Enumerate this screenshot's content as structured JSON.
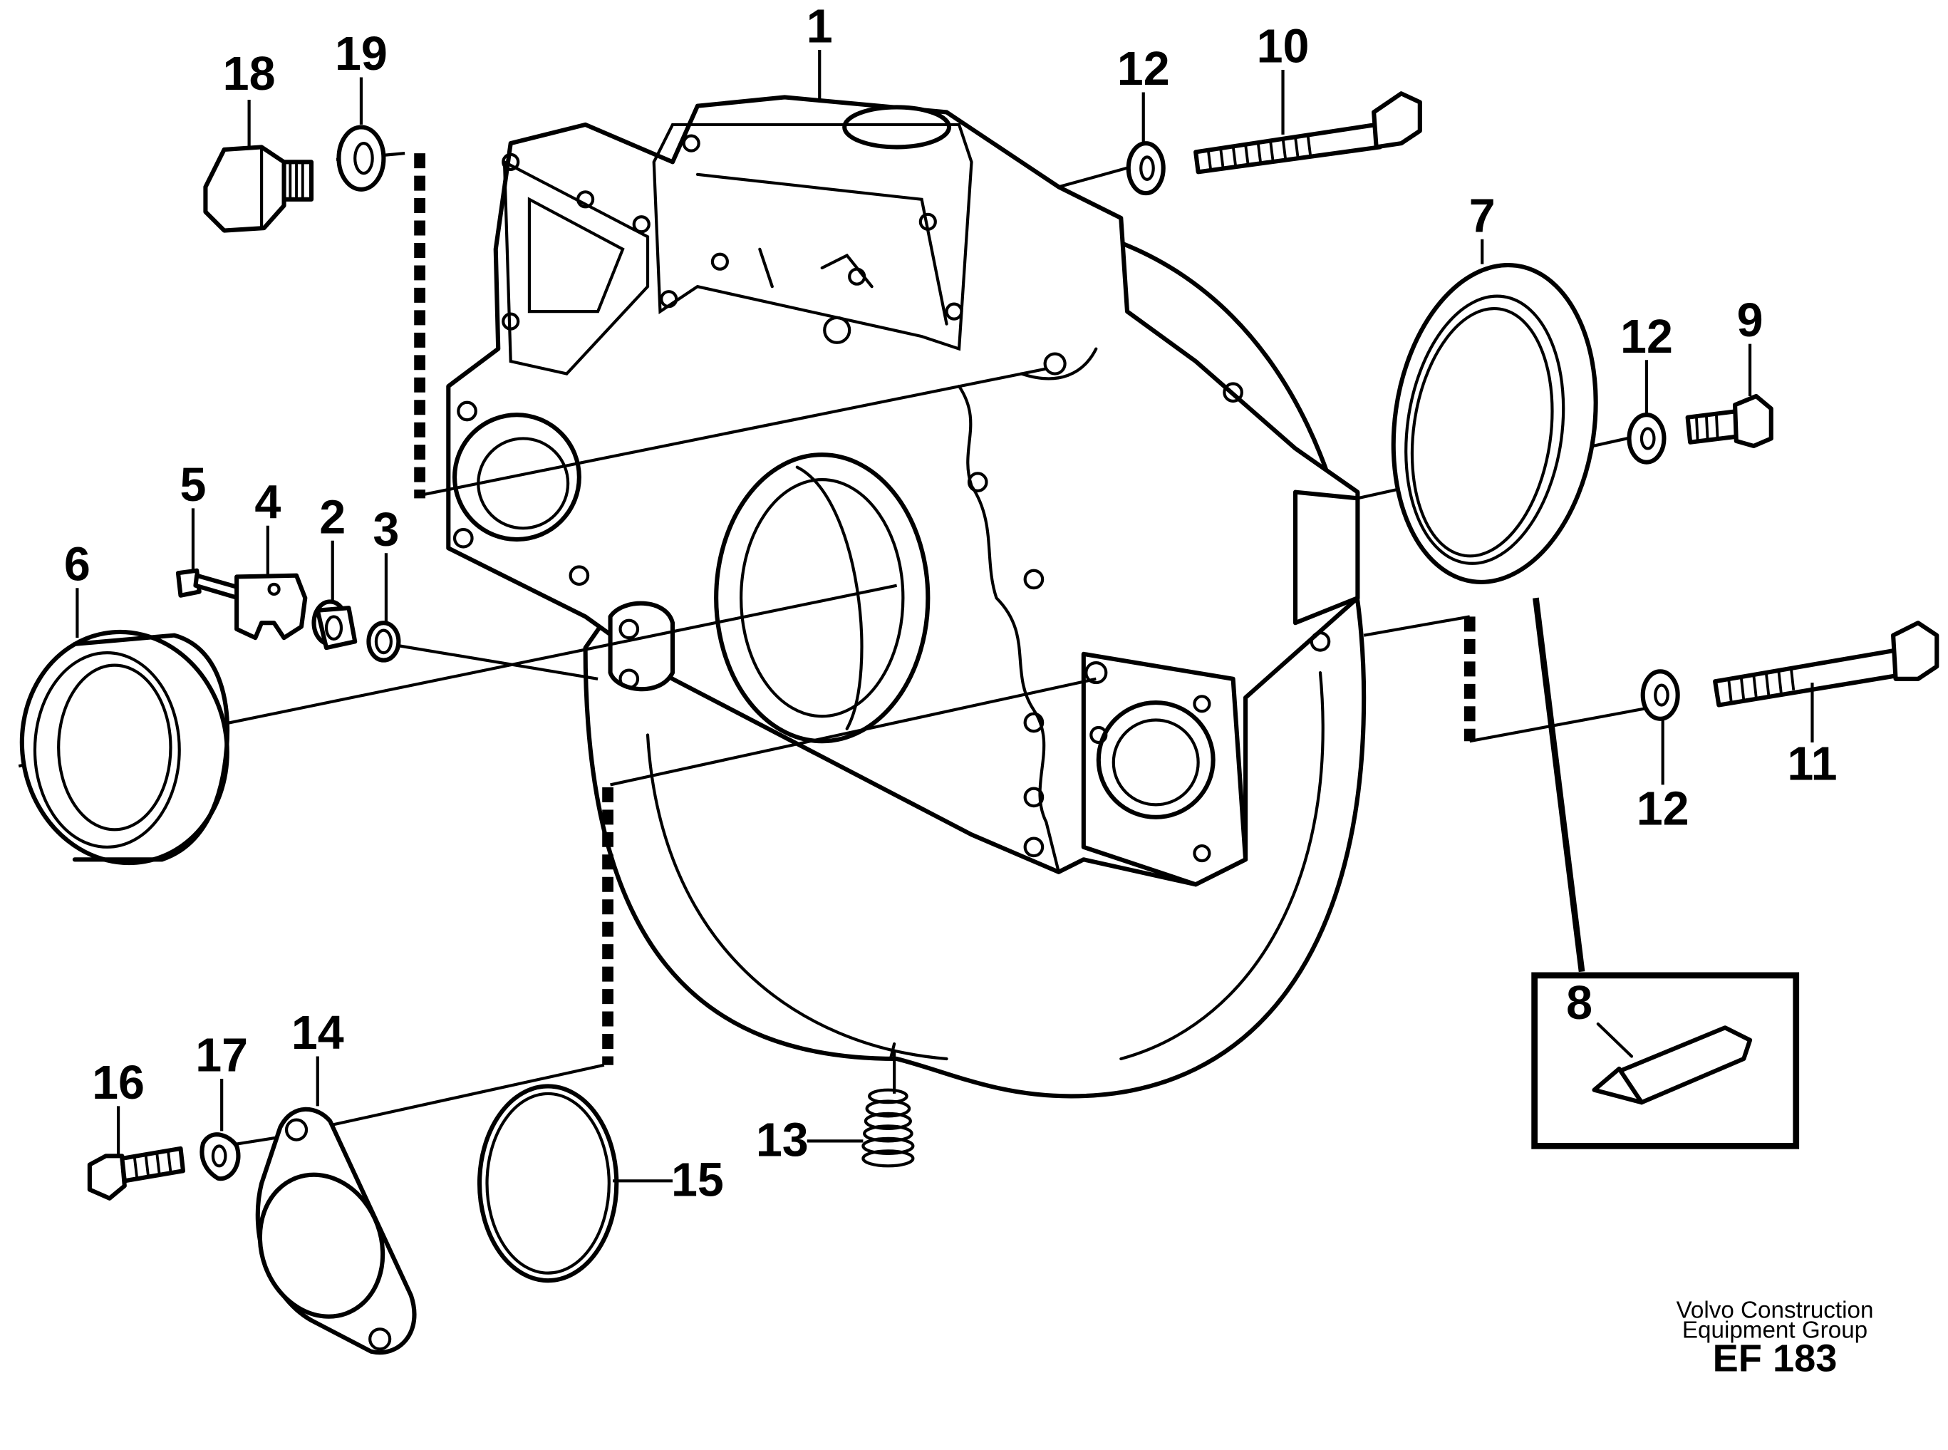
{
  "callouts": {
    "c1": "1",
    "c2": "2",
    "c3": "3",
    "c4": "4",
    "c5": "5",
    "c6": "6",
    "c7": "7",
    "c8": "8",
    "c9": "9",
    "c10": "10",
    "c11": "11",
    "c12a": "12",
    "c12b": "12",
    "c12c": "12",
    "c13": "13",
    "c14": "14",
    "c15": "15",
    "c16": "16",
    "c17": "17",
    "c18": "18",
    "c19": "19"
  },
  "credit": {
    "line1": "Volvo Construction",
    "line2": "Equipment Group",
    "code": "EF 183"
  }
}
